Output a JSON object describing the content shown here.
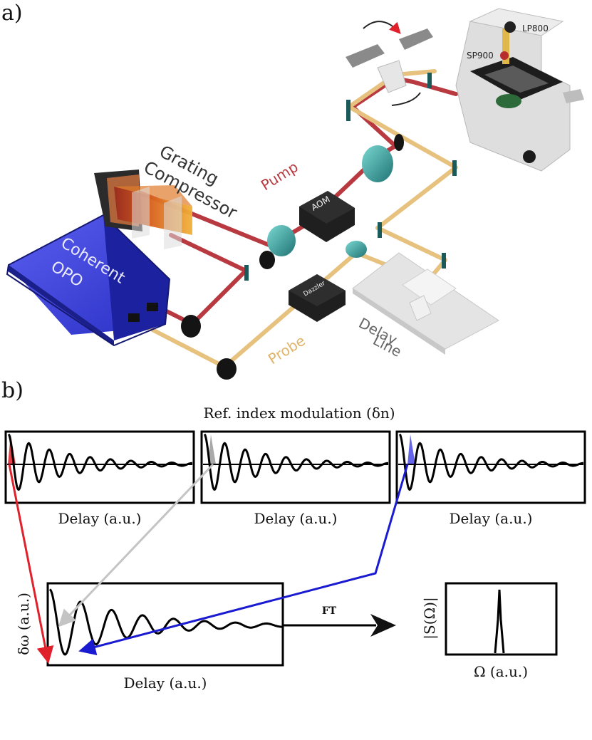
{
  "panel_a": {
    "label": "a)",
    "oscillator": {
      "line1": "Coherent",
      "line2": "OPO"
    },
    "compressor": {
      "line1": "Grating",
      "line2": "Compressor"
    },
    "pump_label": "Pump",
    "probe_label": "Probe",
    "aom_label": "AOM",
    "dazzler_label": "Dazzler",
    "delay_line": {
      "line1": "Delay",
      "line2": "Line"
    },
    "filter_short": "SP900",
    "filter_long": "LP800",
    "colors": {
      "pump": "#b83a40",
      "probe": "#e6c27e",
      "opo": "#2a2fc4",
      "optic": "#2c8c8c"
    }
  },
  "panel_b": {
    "label": "b)",
    "heading": "Ref. index modulation (δn)",
    "delay_label": "Delay (a.u.)",
    "traces": [
      {
        "xlabel": "Delay (a.u.)",
        "marker_color": "#e0202a"
      },
      {
        "xlabel": "Delay (a.u.)",
        "marker_color": "#9a9a9a"
      },
      {
        "xlabel": "Delay (a.u.)",
        "marker_color": "#4a4ae6"
      }
    ],
    "main_trace": {
      "xlabel": "Delay (a.u.)",
      "ylabel": "δω (a.u.)"
    },
    "ft_label": "FT",
    "spectrum": {
      "xlabel": "Ω (a.u.)",
      "ylabel": "|S(Ω)|"
    },
    "colors": {
      "red": "#e0202a",
      "gray": "#c4c4c4",
      "blue": "#1a1ad0"
    }
  }
}
